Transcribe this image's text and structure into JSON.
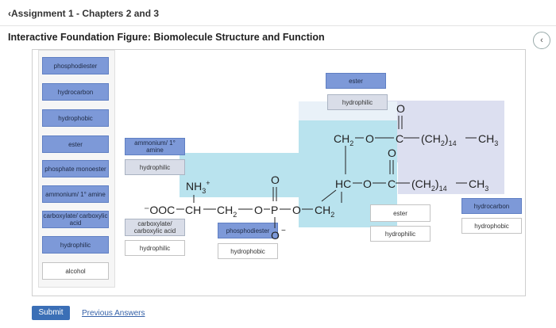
{
  "header": {
    "back_label": "‹Assignment 1 - Chapters 2 and 3",
    "title": "Interactive Foundation Figure: Biomolecule Structure and Function",
    "collapse_icon": "chevron-left-icon"
  },
  "tray_labels": [
    {
      "text": "phosphodiester",
      "style": "blue"
    },
    {
      "text": "hydrocarbon",
      "style": "blue"
    },
    {
      "text": "hydrophobic",
      "style": "blue"
    },
    {
      "text": "ester",
      "style": "blue"
    },
    {
      "text": "phosphate monoester",
      "style": "blue"
    },
    {
      "text": "ammonium/ 1° amine",
      "style": "blue"
    },
    {
      "text": "carboxylate/ carboxylic acid",
      "style": "blue"
    },
    {
      "text": "hydrophilic",
      "style": "blue"
    },
    {
      "text": "alcohol",
      "style": "plain"
    }
  ],
  "placed_labels": {
    "ester_top": "ester",
    "hydrophilic_top": "hydrophilic",
    "ammonium": "ammonium/ 1° amine",
    "hydrophilic_left": "hydrophilic",
    "carboxylate": "carboxylate/ carboxylic acid",
    "hydrophilic_lower": "hydrophilic",
    "phosphodiester": "phosphodiester",
    "hydrophobic_mid": "hydrophobic",
    "ester_mid": "ester",
    "hydrophilic_mid": "hydrophilic",
    "hydrocarbon_right": "hydrocarbon",
    "hydrophobic_right": "hydrophobic"
  },
  "molecule": {
    "ch2_top": "CH",
    "sub2": "2",
    "o": "O",
    "c": "C",
    "ch2_14": "(CH",
    "sub14": "14",
    "ch3": "CH",
    "sub3": "3",
    "hc": "HC",
    "nh3": "NH",
    "plus": "+",
    "ooc": "⁻OOC",
    "ch": "CH",
    "p": "P",
    "o_minus": "O",
    "minus": "−"
  },
  "footer": {
    "submit_label": "Submit",
    "previous_label": "Previous Answers"
  },
  "colors": {
    "blue_label": "#7d99d8",
    "grey_label": "#d9dde8",
    "cyan_zone": "#b9e3ee",
    "lavender_zone": "#dcdff0"
  }
}
